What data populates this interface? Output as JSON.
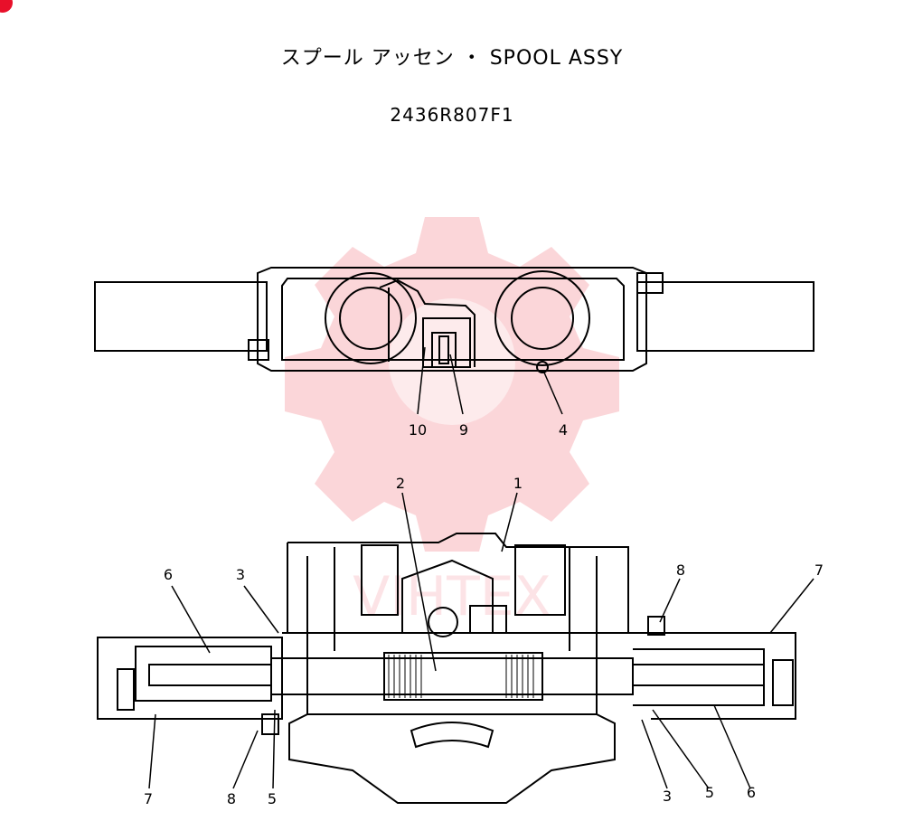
{
  "header": {
    "title": "スプール アッセン ・ SPOOL ASSY",
    "part_number": "2436R807F1"
  },
  "watermark": {
    "text": "VIHTEX",
    "color": "#f06a78"
  },
  "callouts": {
    "top_view": [
      "10",
      "9",
      "4"
    ],
    "section_view": [
      "2",
      "1",
      "6",
      "3",
      "8",
      "7",
      "7",
      "8",
      "5",
      "3",
      "5",
      "6"
    ]
  }
}
